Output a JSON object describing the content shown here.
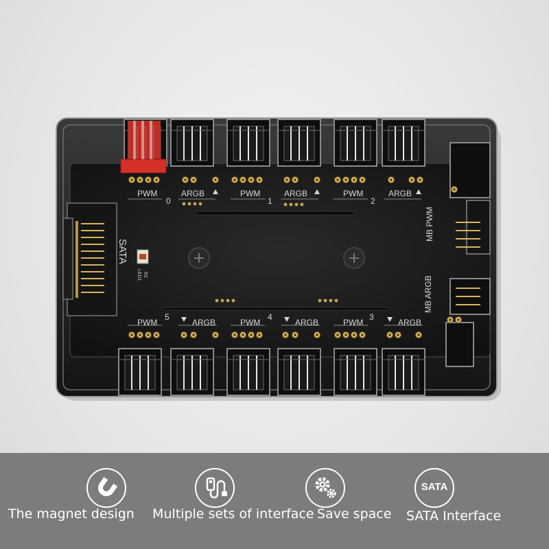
{
  "board": {
    "silk": {
      "pwm": "PWM",
      "argb": "ARGB",
      "ports_top": [
        "0",
        "1",
        "2"
      ],
      "ports_bottom": [
        "5",
        "4",
        "3"
      ],
      "sata": "SATA",
      "mb_pwm": "MB PWM",
      "mb_argb": "MB ARGB",
      "r1": "R1",
      "led1": "LED1"
    }
  },
  "features": [
    {
      "icon": "magnet-icon",
      "label": "The magnet design"
    },
    {
      "icon": "usb-icon",
      "label": "Multiple sets of interface"
    },
    {
      "icon": "gears-icon",
      "label": "Save space"
    },
    {
      "icon": "sata-icon",
      "icon_text": "SATA",
      "label": "SATA Interface"
    }
  ],
  "colors": {
    "background": "#e6e6e6",
    "feature_bar": "#7c7c7c",
    "board": "#1c1c1c",
    "pin_gold": "#d9b45a",
    "connector_red": "#d6302a"
  }
}
